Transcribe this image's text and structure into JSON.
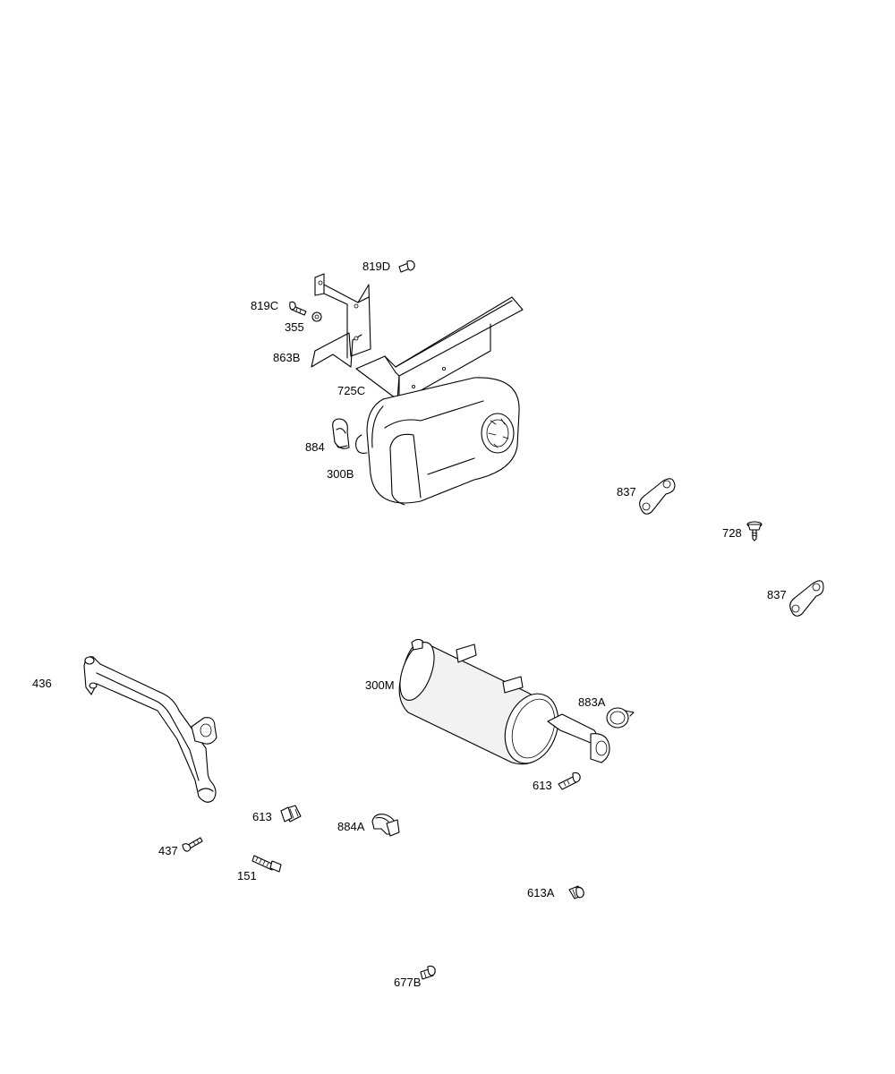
{
  "labels": {
    "l819D": "819D",
    "l819C": "819C",
    "l355": "355",
    "l863B": "863B",
    "l725C": "725C",
    "l884": "884",
    "l300B": "300B",
    "l837a": "837",
    "l728": "728",
    "l837b": "837",
    "l436": "436",
    "l300M": "300M",
    "l883A": "883A",
    "l613a": "613",
    "l613b": "613",
    "l884A": "884A",
    "l437": "437",
    "l151": "151",
    "l613A": "613A",
    "l677B": "677B"
  }
}
